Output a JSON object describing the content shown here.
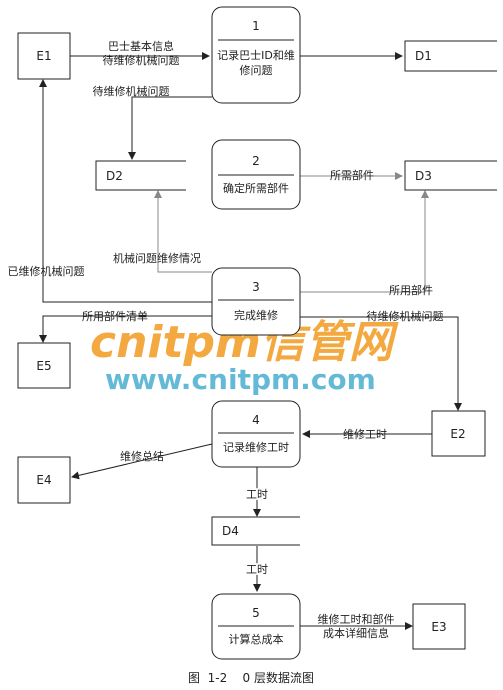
{
  "entities": {
    "e1": "E1",
    "e2": "E2",
    "e3": "E3",
    "e4": "E4",
    "e5": "E5"
  },
  "stores": {
    "d1": "D1",
    "d2": "D2",
    "d3": "D3",
    "d4": "D4"
  },
  "processes": {
    "p1": {
      "num": "1",
      "line1": "记录巴士ID和维",
      "line2": "修问题"
    },
    "p2": {
      "num": "2",
      "line1": "确定所需部件"
    },
    "p3": {
      "num": "3",
      "line1": "完成维修"
    },
    "p4": {
      "num": "4",
      "line1": "记录维修工时"
    },
    "p5": {
      "num": "5",
      "line1": "计算总成本"
    }
  },
  "flows": {
    "e1_p1_a": "巴士基本信息",
    "e1_p1_b": "待维修机械问题",
    "p1_d2": "待维修机械问题",
    "p2_d3": "所需部件",
    "p3_d2": "机械问题维修情况",
    "p3_e1": "已维修机械问题",
    "p3_d3": "所用部件",
    "p3_e5": "所用部件清单",
    "p3_e2": "待维修机械问题",
    "e2_p4": "维修工时",
    "p4_e4": "维修总结",
    "p4_d4": "工时",
    "d4_p5": "工时",
    "p5_e3_a": "维修工时和部件",
    "p5_e3_b": "成本详细信息"
  },
  "watermark": {
    "line1": "cnitpm信管网",
    "line2": "www.cnitpm.com"
  },
  "caption": "图  1-2    0 层数据流图",
  "colors": {
    "line_dark": "#222222",
    "line_gray": "#888888",
    "watermark_orange": "#f29a1f",
    "watermark_blue": "#4aaed0"
  }
}
